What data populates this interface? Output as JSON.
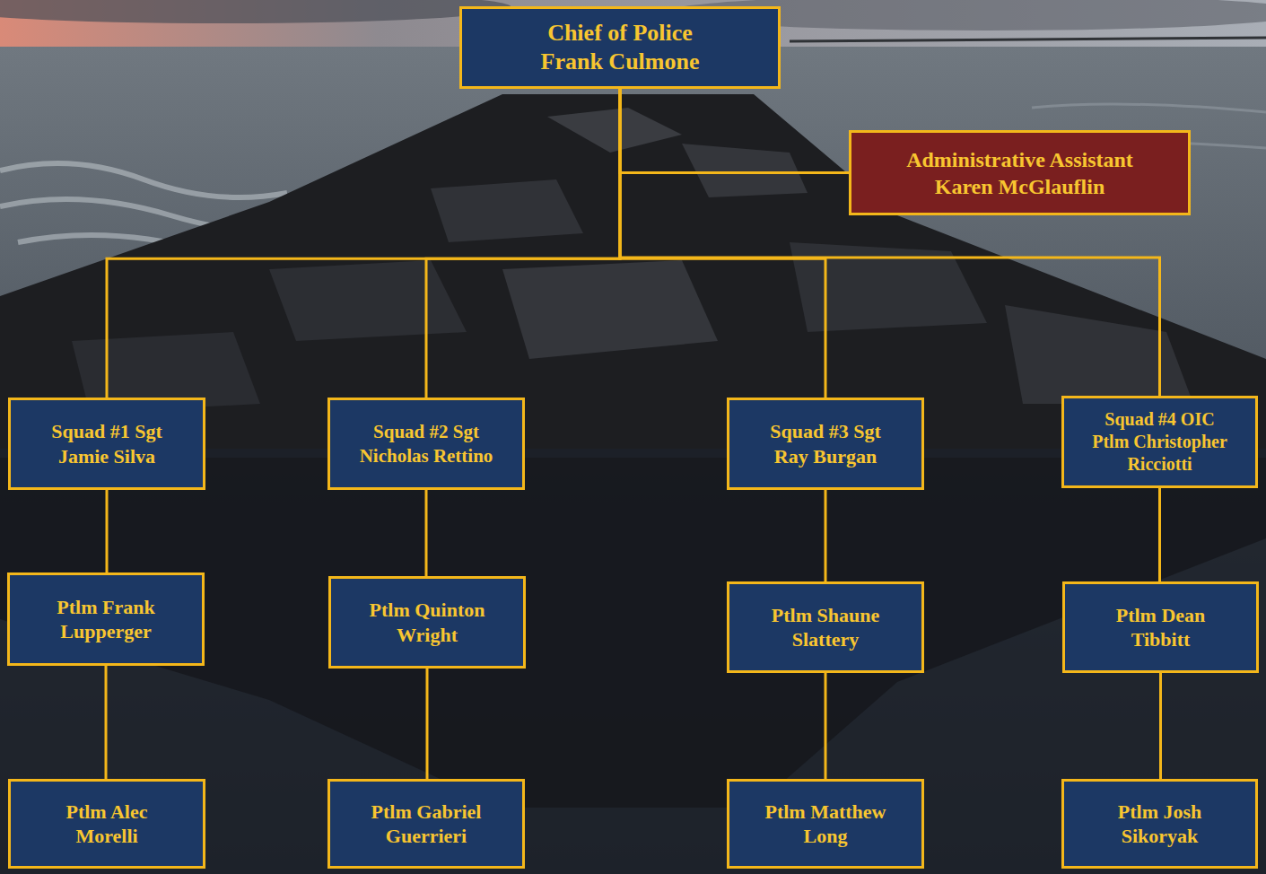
{
  "diagram": {
    "nodes": [
      {
        "text": [
          "Chief of Police Frank Culmone"
        ]
      },
      {
        "text": [
          "Administrative Assistant Karen McGlauflin"
        ]
      },
      {
        "text": [
          "Squad #1 Sgt Jamie Silva"
        ]
      },
      {
        "text": [
          "Squad #2 Sgt Nicholas Rettino"
        ]
      },
      {
        "text": [
          "Squad #3 Sgt Ray Burgan"
        ]
      },
      {
        "text": [
          "Squad #4 OIC Ptlm Christopher Ricciotti"
        ]
      },
      {
        "text": [
          "Ptlm Frank Lupperger"
        ]
      },
      {
        "text": [
          "Ptlm Quinton Wright"
        ]
      },
      {
        "text": [
          "Ptlm Shaune Slattery"
        ]
      },
      {
        "text": [
          "Ptlm Dean Tibbitt"
        ]
      },
      {
        "text": [
          "Ptlm Alec Morelli"
        ]
      },
      {
        "text": [
          "Ptlm Gabriel Guerrieri"
        ]
      },
      {
        "text": [
          "Ptlm Matthew Long"
        ]
      },
      {
        "text": [
          "Ptlm Josh Sikoryak"
        ]
      }
    ],
    "edges": [
      {
        "from": 0,
        "to": 1,
        "arrow": "none"
      },
      {
        "from": 0,
        "to": 2,
        "arrow": "none"
      },
      {
        "from": 0,
        "to": 3,
        "arrow": "none"
      },
      {
        "from": 0,
        "to": 4,
        "arrow": "none"
      },
      {
        "from": 0,
        "to": 5,
        "arrow": "none"
      },
      {
        "from": 2,
        "to": 6,
        "arrow": "none"
      },
      {
        "from": 6,
        "to": 10,
        "arrow": "none"
      },
      {
        "from": 3,
        "to": 7,
        "arrow": "none"
      },
      {
        "from": 7,
        "to": 11,
        "arrow": "none"
      },
      {
        "from": 4,
        "to": 8,
        "arrow": "none"
      },
      {
        "from": 8,
        "to": 12,
        "arrow": "none"
      },
      {
        "from": 5,
        "to": 9,
        "arrow": "none"
      },
      {
        "from": 9,
        "to": 13,
        "arrow": "none"
      }
    ]
  }
}
